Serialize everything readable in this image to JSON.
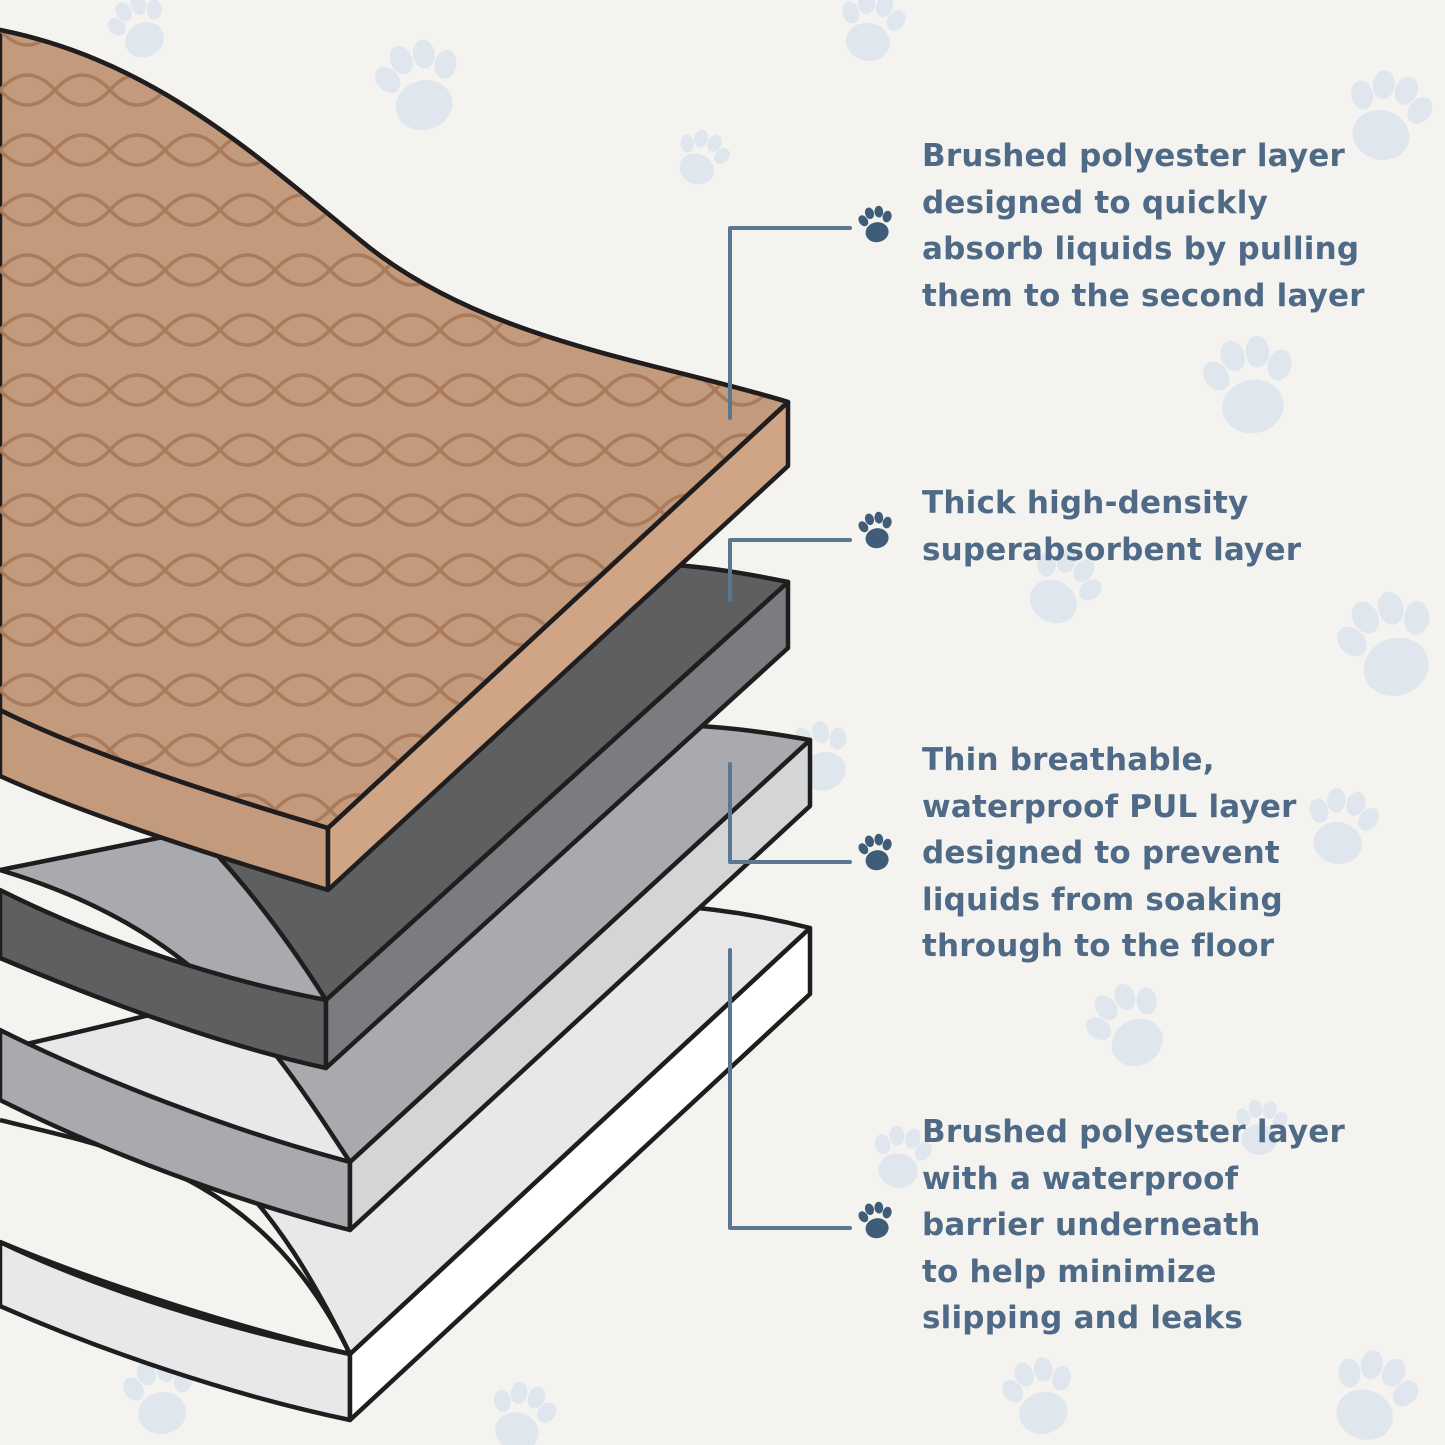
{
  "palette": {
    "background": "#f4f3f0",
    "paw_watermark": "#dfe6ee",
    "outline": "#1f1d1d",
    "top_layer": "#c49a7d",
    "top_layer_pattern": "#a97b5c",
    "second_layer": "#5e5f61",
    "third_layer": "#a9aaad",
    "bottom_layer": "#e8e8ea",
    "callout_text": "#4e6a86",
    "leader_line": "#5a7690",
    "paw_icon": "#3f5c79"
  },
  "icons": {
    "callout_marker": "paw-print-icon",
    "background_pattern": "paw-print-icon"
  },
  "callouts": [
    {
      "layer": "top",
      "lines": [
        "Brushed polyester layer",
        "designed to quickly",
        "absorb liquids by pulling",
        "them to the second layer"
      ]
    },
    {
      "layer": "second",
      "lines": [
        "Thick high-density",
        "superabsorbent layer"
      ]
    },
    {
      "layer": "third",
      "lines": [
        "Thin breathable,",
        "waterproof PUL layer",
        "designed to prevent",
        "liquids from soaking",
        "through to the floor"
      ]
    },
    {
      "layer": "bottom",
      "lines": [
        "Brushed polyester layer",
        "with a waterproof",
        "barrier underneath",
        "to help minimize",
        "slipping and leaks"
      ]
    }
  ]
}
